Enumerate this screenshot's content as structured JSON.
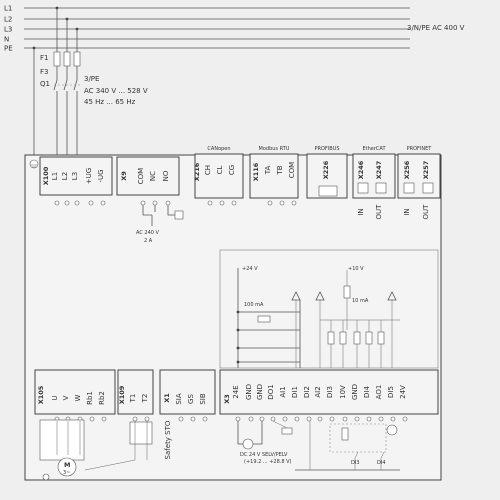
{
  "supply": {
    "rails": [
      "L1",
      "L2",
      "L3",
      "N",
      "PE"
    ],
    "network_label": "3/N/PE AC 400 V",
    "fuse_label": "F1",
    "breaker_f3": "F3",
    "breaker_q1": "Q1",
    "phase_label": "3/PE",
    "voltage_range": "AC 340 V ... 528 V",
    "freq_range": "45 Hz ... 65 Hz"
  },
  "x100": {
    "name": "X100",
    "pins": [
      "L1",
      "L2",
      "L3",
      "+UG",
      "-UG"
    ]
  },
  "x9": {
    "name": "X9",
    "pins": [
      "COM",
      "NC",
      "NO"
    ],
    "relay_voltage": "AC 240 V",
    "relay_current": "2 A"
  },
  "canopen": {
    "title": "CANopen",
    "name": "X216",
    "pins": [
      "CH",
      "CL",
      "CG"
    ]
  },
  "modbus": {
    "title": "Modbus RTU",
    "name": "X116",
    "pins": [
      "TA",
      "TB",
      "COM"
    ]
  },
  "profibus": {
    "title": "PROFIBUS",
    "name": "X226"
  },
  "ethercat": {
    "title": "EtherCAT",
    "names": [
      "X246",
      "X247"
    ],
    "ports": [
      "IN",
      "OUT"
    ]
  },
  "profinet": {
    "title": "PROFINET",
    "names": [
      "X256",
      "X257"
    ],
    "ports": [
      "IN",
      "OUT"
    ]
  },
  "x105": {
    "name": "X105",
    "pins": [
      "U",
      "V",
      "W",
      "Rb1",
      "Rb2"
    ]
  },
  "x109": {
    "name": "X109",
    "pins": [
      "T1",
      "T2"
    ]
  },
  "x1": {
    "name": "X1",
    "pins": [
      "SIA",
      "GS",
      "SIB"
    ],
    "side_label": "Safety STO"
  },
  "x3": {
    "name": "X3",
    "pins": [
      "24E",
      "GND",
      "GND",
      "DO1",
      "DI1",
      "DI2",
      "DI3",
      "DI4",
      "DI5",
      "AI1",
      "AI2",
      "10V",
      "GND",
      "AO1",
      "24V"
    ]
  },
  "io_labels": {
    "plus24v": "+24 V",
    "plus10v": "+10 V",
    "current_100ma": "100 mA",
    "r_10ma": "10 mA",
    "dc_supply": "DC 24 V SELV/PELV",
    "dc_range": "(+19.2 ... +28.8 V)",
    "di_a": "DI3",
    "di_b": "DI4",
    "motor": "M",
    "motor_phase": "3~"
  }
}
